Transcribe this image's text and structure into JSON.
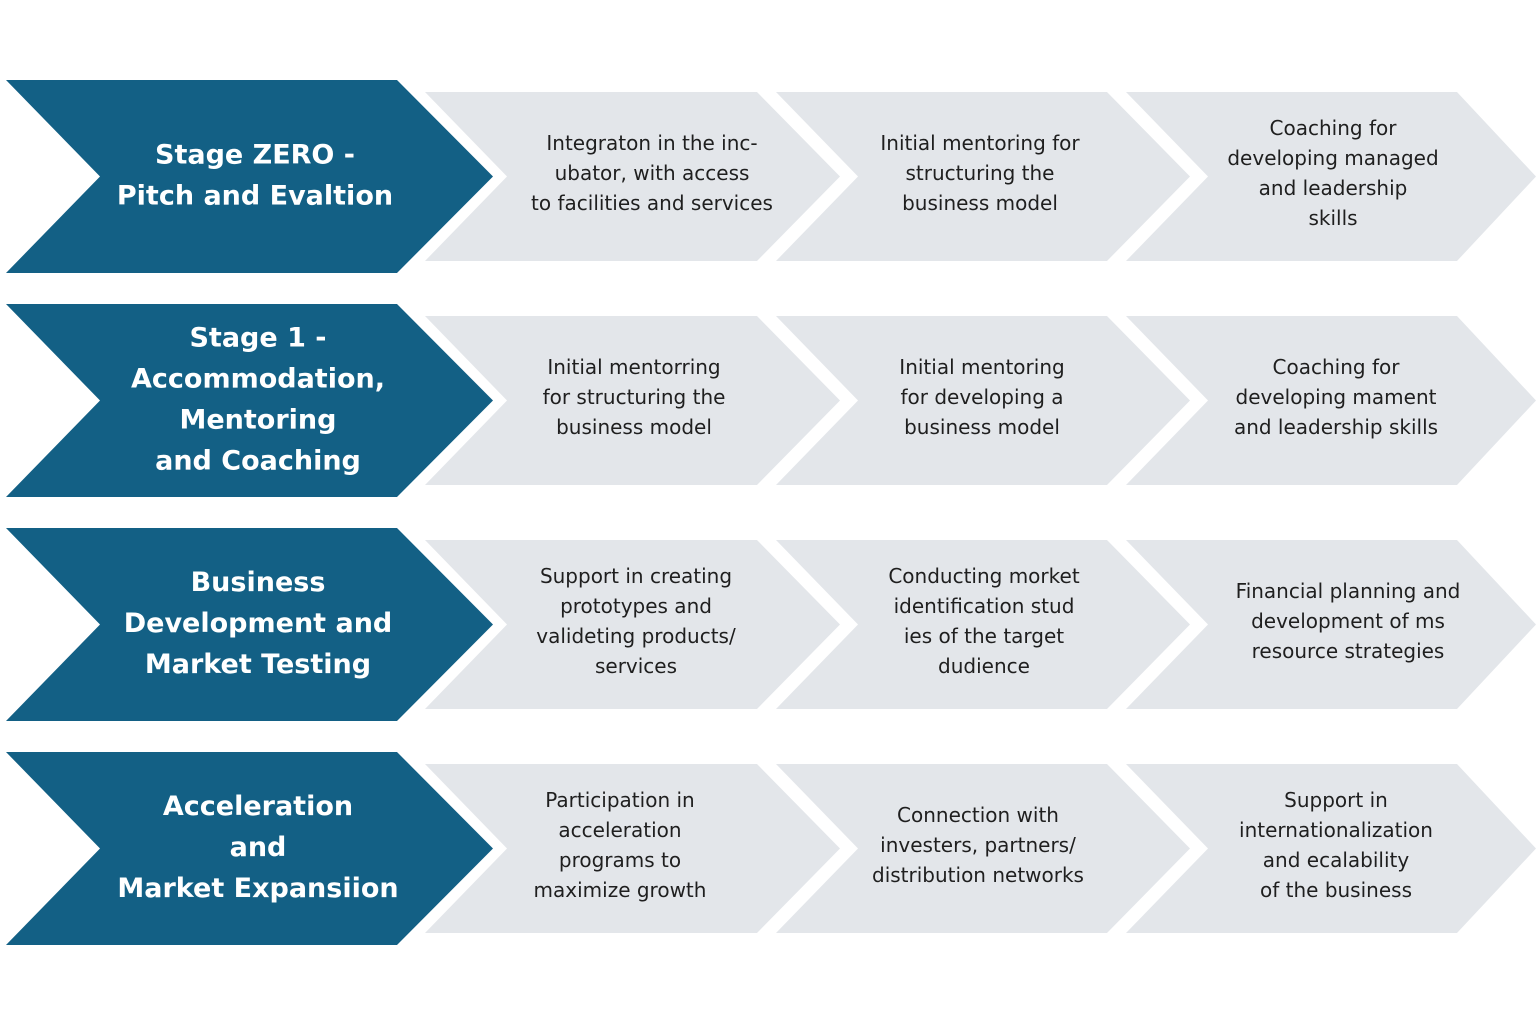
{
  "colors": {
    "stage_fill": "#136085",
    "step_fill": "#e3e6ea",
    "stage_text": "#ffffff",
    "step_text": "#1f1f1f"
  },
  "rows": [
    {
      "stage": {
        "lines": [
          "Stage ZERO -",
          "Pitch and Evaltion"
        ]
      },
      "steps": [
        {
          "lines": [
            "Integraton in the inc-",
            "ubator, with access",
            "to facilities and services"
          ]
        },
        {
          "lines": [
            "Initial mentoring for",
            "structuring the",
            "business model"
          ]
        },
        {
          "lines": [
            "Coaching for",
            "developing managed",
            "and leadership",
            "skills"
          ]
        }
      ]
    },
    {
      "stage": {
        "lines": [
          "Stage 1 -",
          "Accommodation,",
          "Mentoring",
          "and Coaching"
        ]
      },
      "steps": [
        {
          "lines": [
            "Initial mentorring",
            "for structuring the",
            "business model"
          ]
        },
        {
          "lines": [
            "Initial mentoring",
            "for developing a",
            "business     model"
          ]
        },
        {
          "lines": [
            "Coaching for",
            "developing mament",
            "and leadership skills"
          ]
        }
      ]
    },
    {
      "stage": {
        "lines": [
          "Business",
          "Development and",
          "Market Testing"
        ]
      },
      "steps": [
        {
          "lines": [
            "Support in creating",
            "prototypes and",
            "validеting products/",
            "services"
          ]
        },
        {
          "lines": [
            "Conducting morket",
            "identification stud",
            "ies of the target",
            "dudience"
          ]
        },
        {
          "lines": [
            "Financial planning and",
            "development of ms",
            "resource strategies"
          ]
        }
      ]
    },
    {
      "stage": {
        "lines": [
          "Acceleration",
          "and",
          "Market Expansiion"
        ]
      },
      "steps": [
        {
          "lines": [
            "Participation  in",
            "acceleration",
            "programs to",
            "maximize  growth"
          ]
        },
        {
          "lines": [
            "Connection with",
            "investers, partners/",
            "distribution networks"
          ]
        },
        {
          "lines": [
            "Support in",
            "internationalization",
            "and ecalability",
            "of the business"
          ]
        }
      ]
    }
  ]
}
